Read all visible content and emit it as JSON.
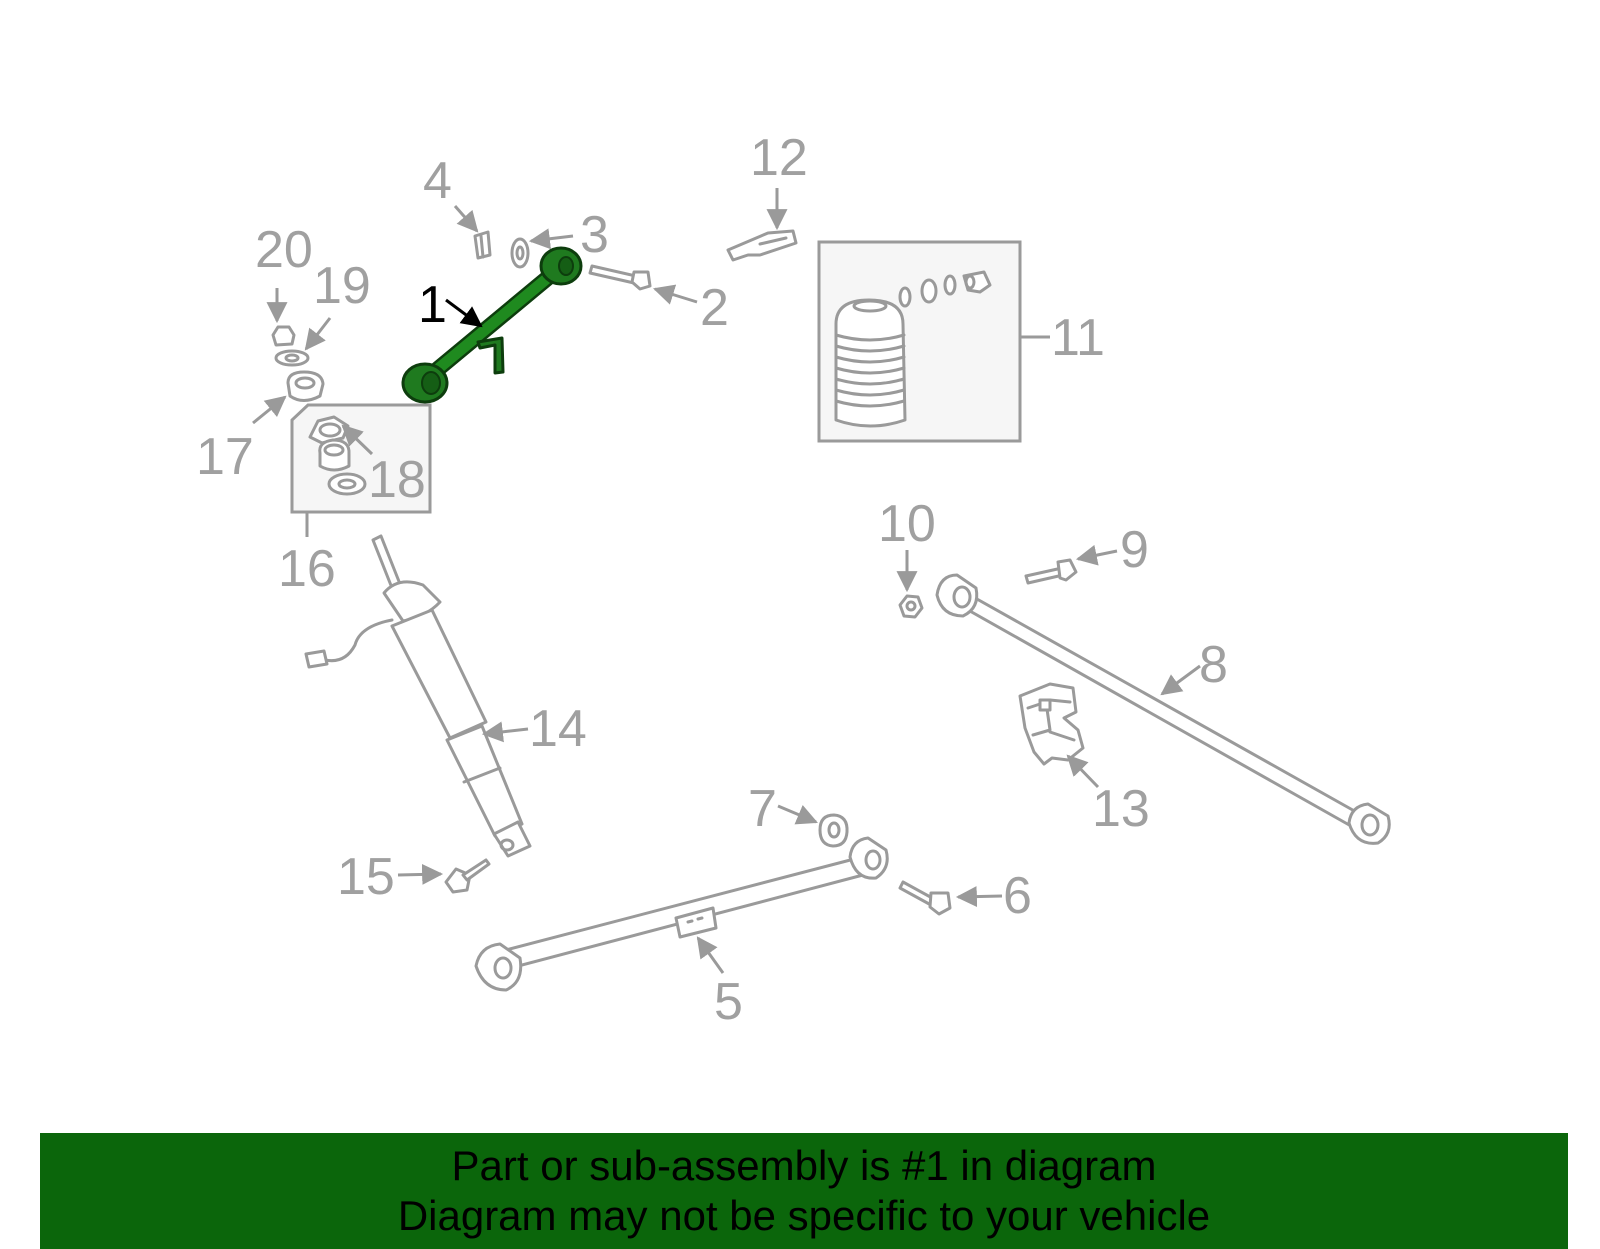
{
  "diagram": {
    "callouts": {
      "c1": "1",
      "c2": "2",
      "c3": "3",
      "c4": "4",
      "c5": "5",
      "c6": "6",
      "c7": "7",
      "c8": "8",
      "c9": "9",
      "c10": "10",
      "c11": "11",
      "c12": "12",
      "c13": "13",
      "c14": "14",
      "c15": "15",
      "c16": "16",
      "c17": "17",
      "c18": "18",
      "c19": "19",
      "c20": "20"
    },
    "highlighted_part": "1",
    "highlight_color": "#1f7a1f",
    "line_color": "#9a9a9a"
  },
  "banner": {
    "line1": "Part or sub-assembly is #1 in diagram",
    "line2": "Diagram may not be specific to your vehicle",
    "background": "#0b660b"
  }
}
